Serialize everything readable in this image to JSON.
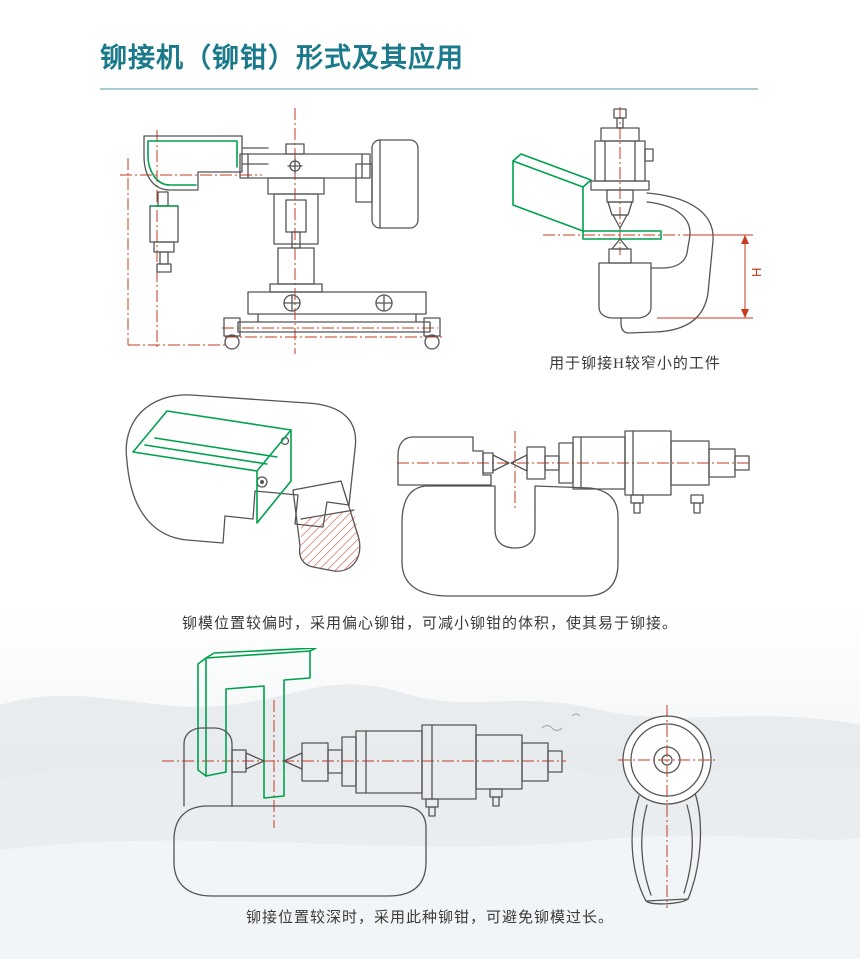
{
  "header": {
    "title": "铆接机（铆钳）形式及其应用"
  },
  "figures": {
    "narrow_workpiece": {
      "caption": "用于铆接H较窄小的工件",
      "dimension_label": "H"
    },
    "eccentric_clamp": {
      "caption": "铆模位置较偏时，采用偏心铆钳，可减小铆钳的体积，使其易于铆接。"
    },
    "deep_clamp": {
      "caption": "铆接位置较深时，采用此种铆钳，可避免铆模过长。"
    }
  },
  "colors": {
    "title": "#1a7a8c",
    "rule": "#a9ccd3",
    "outline": "#555555",
    "green": "#00a14e",
    "red": "#c63a20",
    "caption": "#3a3a3a"
  }
}
